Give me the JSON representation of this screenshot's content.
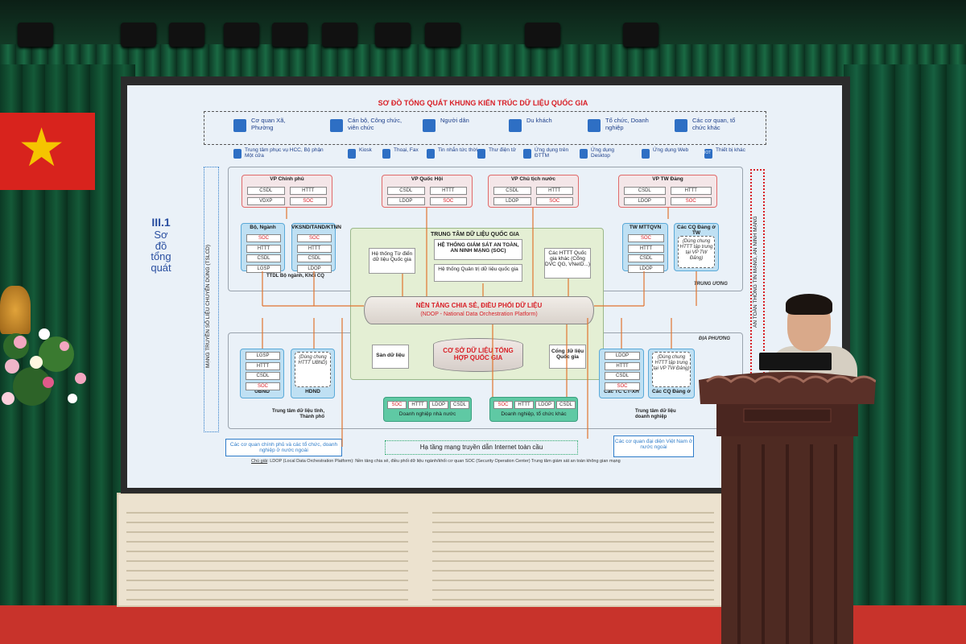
{
  "slide": {
    "title": "SƠ ĐỒ TỔNG QUÁT KHUNG KIẾN TRÚC DỮ LIỆU QUỐC GIA",
    "section_number": "III.1",
    "section_label": [
      "Sơ",
      "đồ",
      "tổng",
      "quát"
    ],
    "actors": [
      "Cơ quan Xã, Phường",
      "Cán bộ, Công chức, viên chức",
      "Người dân",
      "Du khách",
      "Tổ chức, Doanh nghiệp",
      "Các cơ quan, tổ chức khác"
    ],
    "channels": [
      "Trung tâm phục vụ HCC, Bộ phận Một cửa",
      "Kiosk",
      "Thoại, Fax",
      "Tin nhắn tức thời",
      "Thư điện tử",
      "Ứng dụng trên ĐTTM",
      "Ứng dụng Desktop",
      "Ứng dụng Web",
      "Thiết bị khác"
    ],
    "iot_label": "IOT",
    "left_network": "MẠNG TRUYỀN SỐ LIỆU CHUYÊN DÙNG (TSLCD)",
    "right_network": "AN TOÀN THÔNG TIN MẠNG, AN NINH MẠNG",
    "vp_boxes": [
      {
        "title": "VP Chính phủ",
        "cells": [
          "CSDL",
          "HTTT",
          "VDXP",
          "SOC"
        ]
      },
      {
        "title": "VP Quốc Hội",
        "cells": [
          "CSDL",
          "HTTT",
          "LDOP",
          "SOC"
        ]
      },
      {
        "title": "VP Chủ tịch nước",
        "cells": [
          "CSDL",
          "HTTT",
          "LDOP",
          "SOC"
        ]
      },
      {
        "title": "VP TW Đảng",
        "cells": [
          "CSDL",
          "HTTT",
          "LDOP",
          "SOC"
        ]
      }
    ],
    "central_left": [
      {
        "title": "Bộ, Ngành",
        "cells": [
          "SOC",
          "HTTT",
          "CSDL",
          "LGSP"
        ]
      },
      {
        "title": "VKSND/TAND/KTNN",
        "cells": [
          "SOC",
          "HTTT",
          "CSDL",
          "LDOP"
        ]
      }
    ],
    "central_right": [
      {
        "title": "TW MTTQVN",
        "cells": [
          "SOC",
          "HTTT",
          "CSDL",
          "LDOP"
        ]
      },
      {
        "title": "Các CQ Đảng ở TW",
        "note": "(Dùng chung HTTT tập trung tại VP TW Đảng)"
      }
    ],
    "ministry_dc": "TTDL Bộ ngành, Khối CQ",
    "central_region": "TRUNG ƯƠNG",
    "local_region": "ĐỊA PHƯƠNG",
    "national_dc": {
      "title": "TRUNG TÂM DỮ LIỆU QUỐC GIA",
      "dictionary": "Hệ thống Từ điển dữ liệu Quốc gia",
      "soc": "HỆ THỐNG GIÁM SÁT AN TOÀN, AN NINH MẠNG (SOC)",
      "governance": "Hệ thống Quản trị dữ liệu quốc gia",
      "other_systems": "Các HTTT Quốc gia khác (Cổng DVC QG, VNeID...)",
      "ndop_title": "NỀN TẢNG CHIA SẺ, ĐIỀU PHỐI DỮ LIỆU",
      "ndop_sub": "(NDOP - National Data Orchestration Platform)",
      "exchange": "Sàn dữ liệu",
      "db": "CƠ SỞ DỮ LIỆU TỔNG HỢP QUỐC GIA",
      "portal": "Cổng dữ liệu Quốc gia"
    },
    "local_left": [
      {
        "title": "UBND",
        "cells": [
          "LGSP",
          "HTTT",
          "CSDL",
          "SOC"
        ]
      },
      {
        "title": "HDND",
        "note": "(Dùng chung HTTT UBND)"
      }
    ],
    "local_right": [
      {
        "title": "Các TC CT-XH",
        "cells": [
          "LDOP",
          "HTTT",
          "CSDL",
          "SOC"
        ]
      },
      {
        "title": "Các CQ Đảng ở",
        "note": "(Dùng chung HTTT tập trung tại VP TW Đảng)"
      }
    ],
    "enterprises": [
      {
        "title": "Doanh nghiệp nhà nước",
        "cells": [
          "SOC",
          "HTTT",
          "LDOP",
          "CSDL"
        ]
      },
      {
        "title": "Doanh nghiệp, tổ chức khác",
        "cells": [
          "SOC",
          "HTTT",
          "LDOP",
          "CSDL"
        ]
      }
    ],
    "province_dc": "Trung tâm dữ liệu tỉnh, Thành phố",
    "enterprise_dc": "Trung tâm dữ liệu doanh nghiệp",
    "foreign_gov": "Các cơ quan chính phủ và các tổ chức, doanh nghiệp ở nước ngoài",
    "internet": "Hạ tầng mạng truyền dẫn Internet toàn cầu",
    "overseas": "Các cơ quan đại diện Việt Nam ở nước ngoài",
    "legend_label": "Chú giải",
    "legend": ": LDOP (Local Data Orchestration Platform): Nền tảng chia sẻ, điều phối dữ liệu ngành/khối cơ quan    SOC (Security Operation Center) Trung tâm giám sát an toàn không gian mạng"
  },
  "colors": {
    "title_red": "#d81f26",
    "text_blue": "#1d3f8a",
    "curtain_green": "#145a38",
    "carpet_red": "#c8332b"
  }
}
